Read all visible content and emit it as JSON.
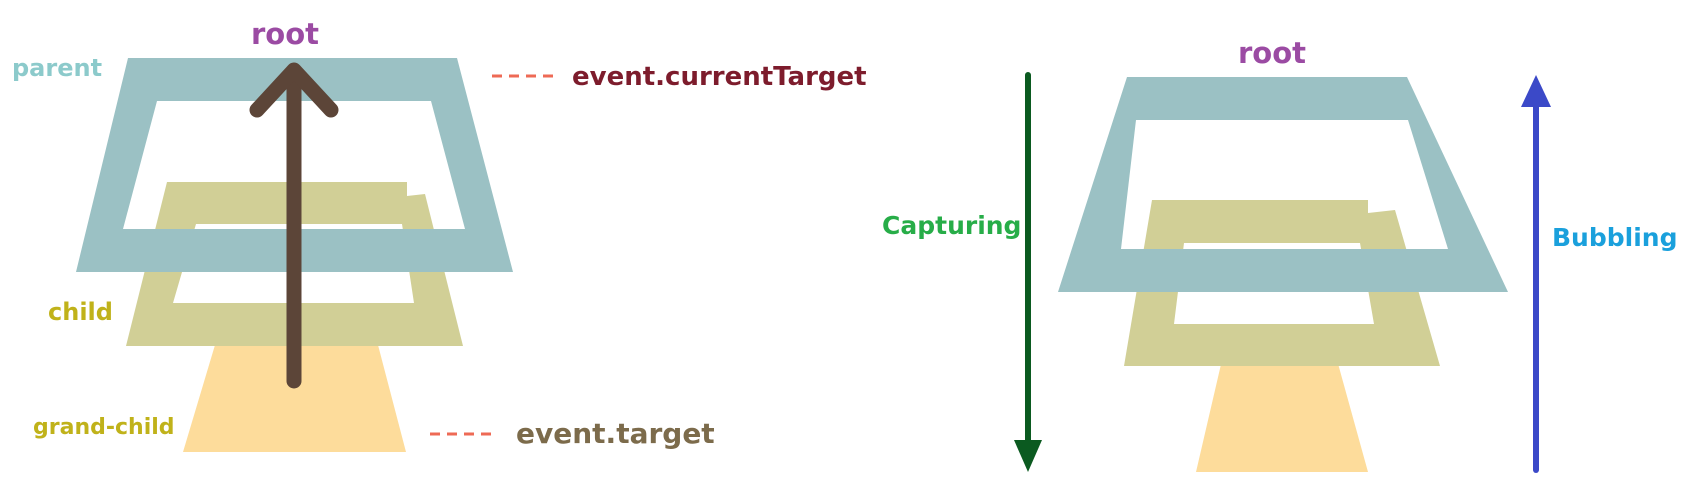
{
  "left_diagram": {
    "root_label": "root",
    "parent_label": "parent",
    "child_label": "child",
    "grandchild_label": "grand-child",
    "current_target_label": "event.currentTarget",
    "target_label": "event.target"
  },
  "right_diagram": {
    "root_label": "root",
    "capturing_label": "Capturing",
    "bubbling_label": "Bubbling"
  },
  "colors": {
    "parent_frame": "#9bc1c4",
    "child_frame": "#d1cf96",
    "grandchild_block": "#fddc9b",
    "root_text": "#9b4ba3",
    "parent_text": "#8ccacb",
    "child_text": "#c0b21a",
    "current_target_text": "#7d1c2c",
    "target_text": "#7c6b4b",
    "dash": "#ee6a55",
    "propagation_arrow": "#5c4538",
    "capturing_arrow": "#0b5a20",
    "capturing_text": "#27ad48",
    "bubbling_arrow": "#3b49c8",
    "bubbling_text": "#1aa0dc"
  }
}
